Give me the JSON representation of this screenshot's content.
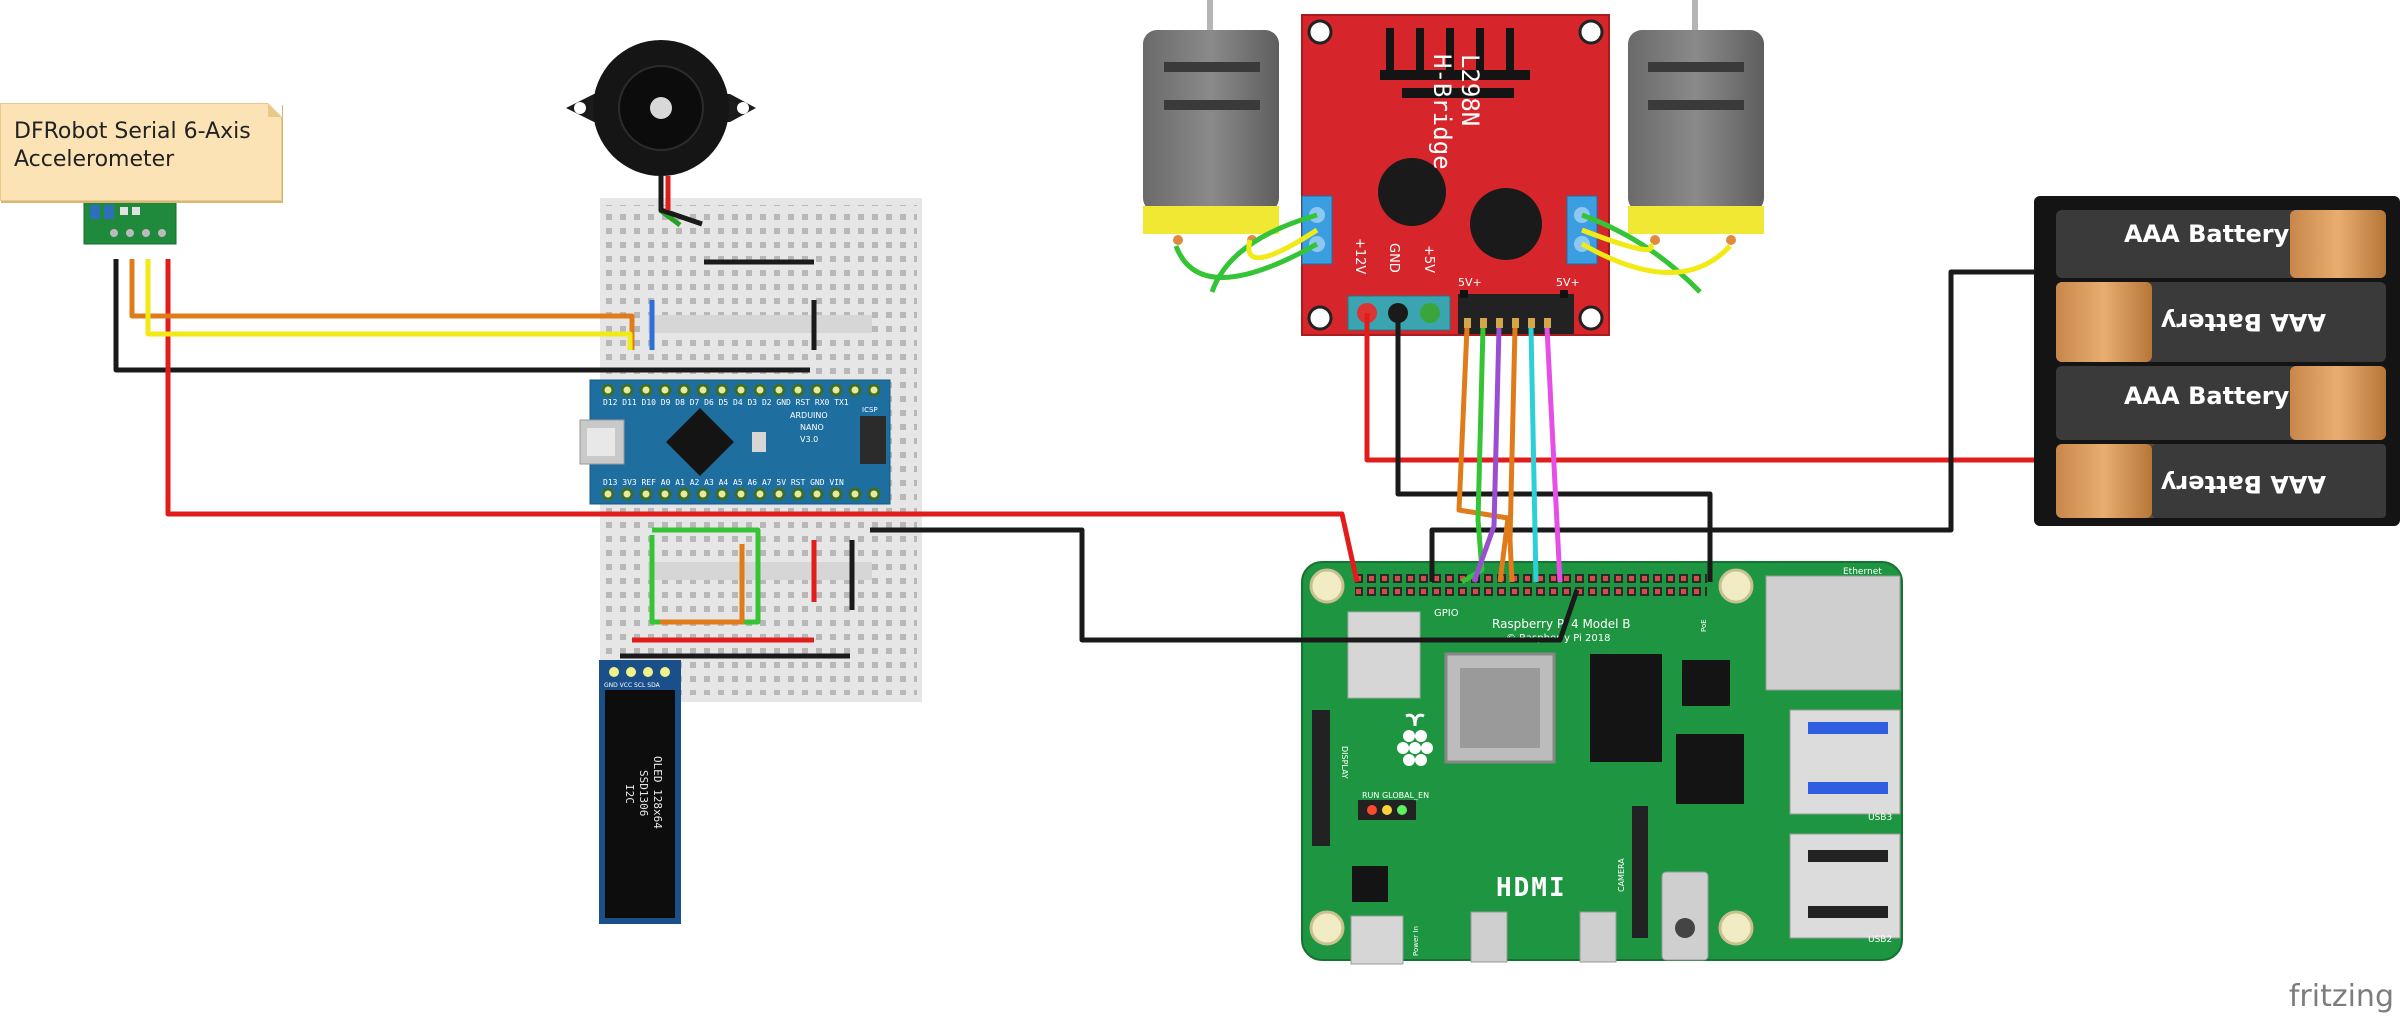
{
  "note": {
    "lines": [
      "DFRobot Serial 6-Axis",
      "Accelerometer"
    ]
  },
  "battery": {
    "label": "AAA Battery"
  },
  "hbridge": {
    "line1": "L298N",
    "line2": "H-Bridge",
    "pin_12v": "+12V",
    "pin_gnd": "GND",
    "pin_5v": "+5V",
    "en_a": "5V+",
    "en_b": "5V+"
  },
  "pi": {
    "model": "Raspberry Pi 4 Model B",
    "copyright": "© Raspberry Pi 2018",
    "hdmi": "HDMI",
    "gpio": "GPIO",
    "ethernet": "Ethernet",
    "usb3": "USB3",
    "usb2": "USB2",
    "display": "DISPLAY",
    "camera": "CAMERA",
    "power": "Power In",
    "run": "RUN  GLOBAL_EN",
    "poe": "PoE"
  },
  "nano": {
    "top_pins": "D12 D11 D10 D9 D8 D7 D6 D5 D4 D3 D2 GND RST RX0 TX1",
    "bottom_pins": "D13 3V3 REF A0 A1 A2 A3 A4 A5 A6 A7 5V RST GND VIN",
    "brand": "ARDUINO",
    "model": "NANO",
    "ver": "V3.0",
    "icsp": "ICSP"
  },
  "oled": {
    "pins": "GND VCC SCL SDA",
    "label1": "OLED 128x64",
    "label2": "SSD1306",
    "label3": "I2C"
  },
  "footer": {
    "brand": "fritzing"
  },
  "colors": {
    "red": "#e21b1b",
    "black": "#1a1a1a",
    "orange": "#e07b1a",
    "yellow": "#f2ea16",
    "green": "#35c435",
    "blue": "#2f6fd8",
    "purple": "#9a4fd0",
    "cyan": "#2ed0d8",
    "magenta": "#e64fe6"
  }
}
